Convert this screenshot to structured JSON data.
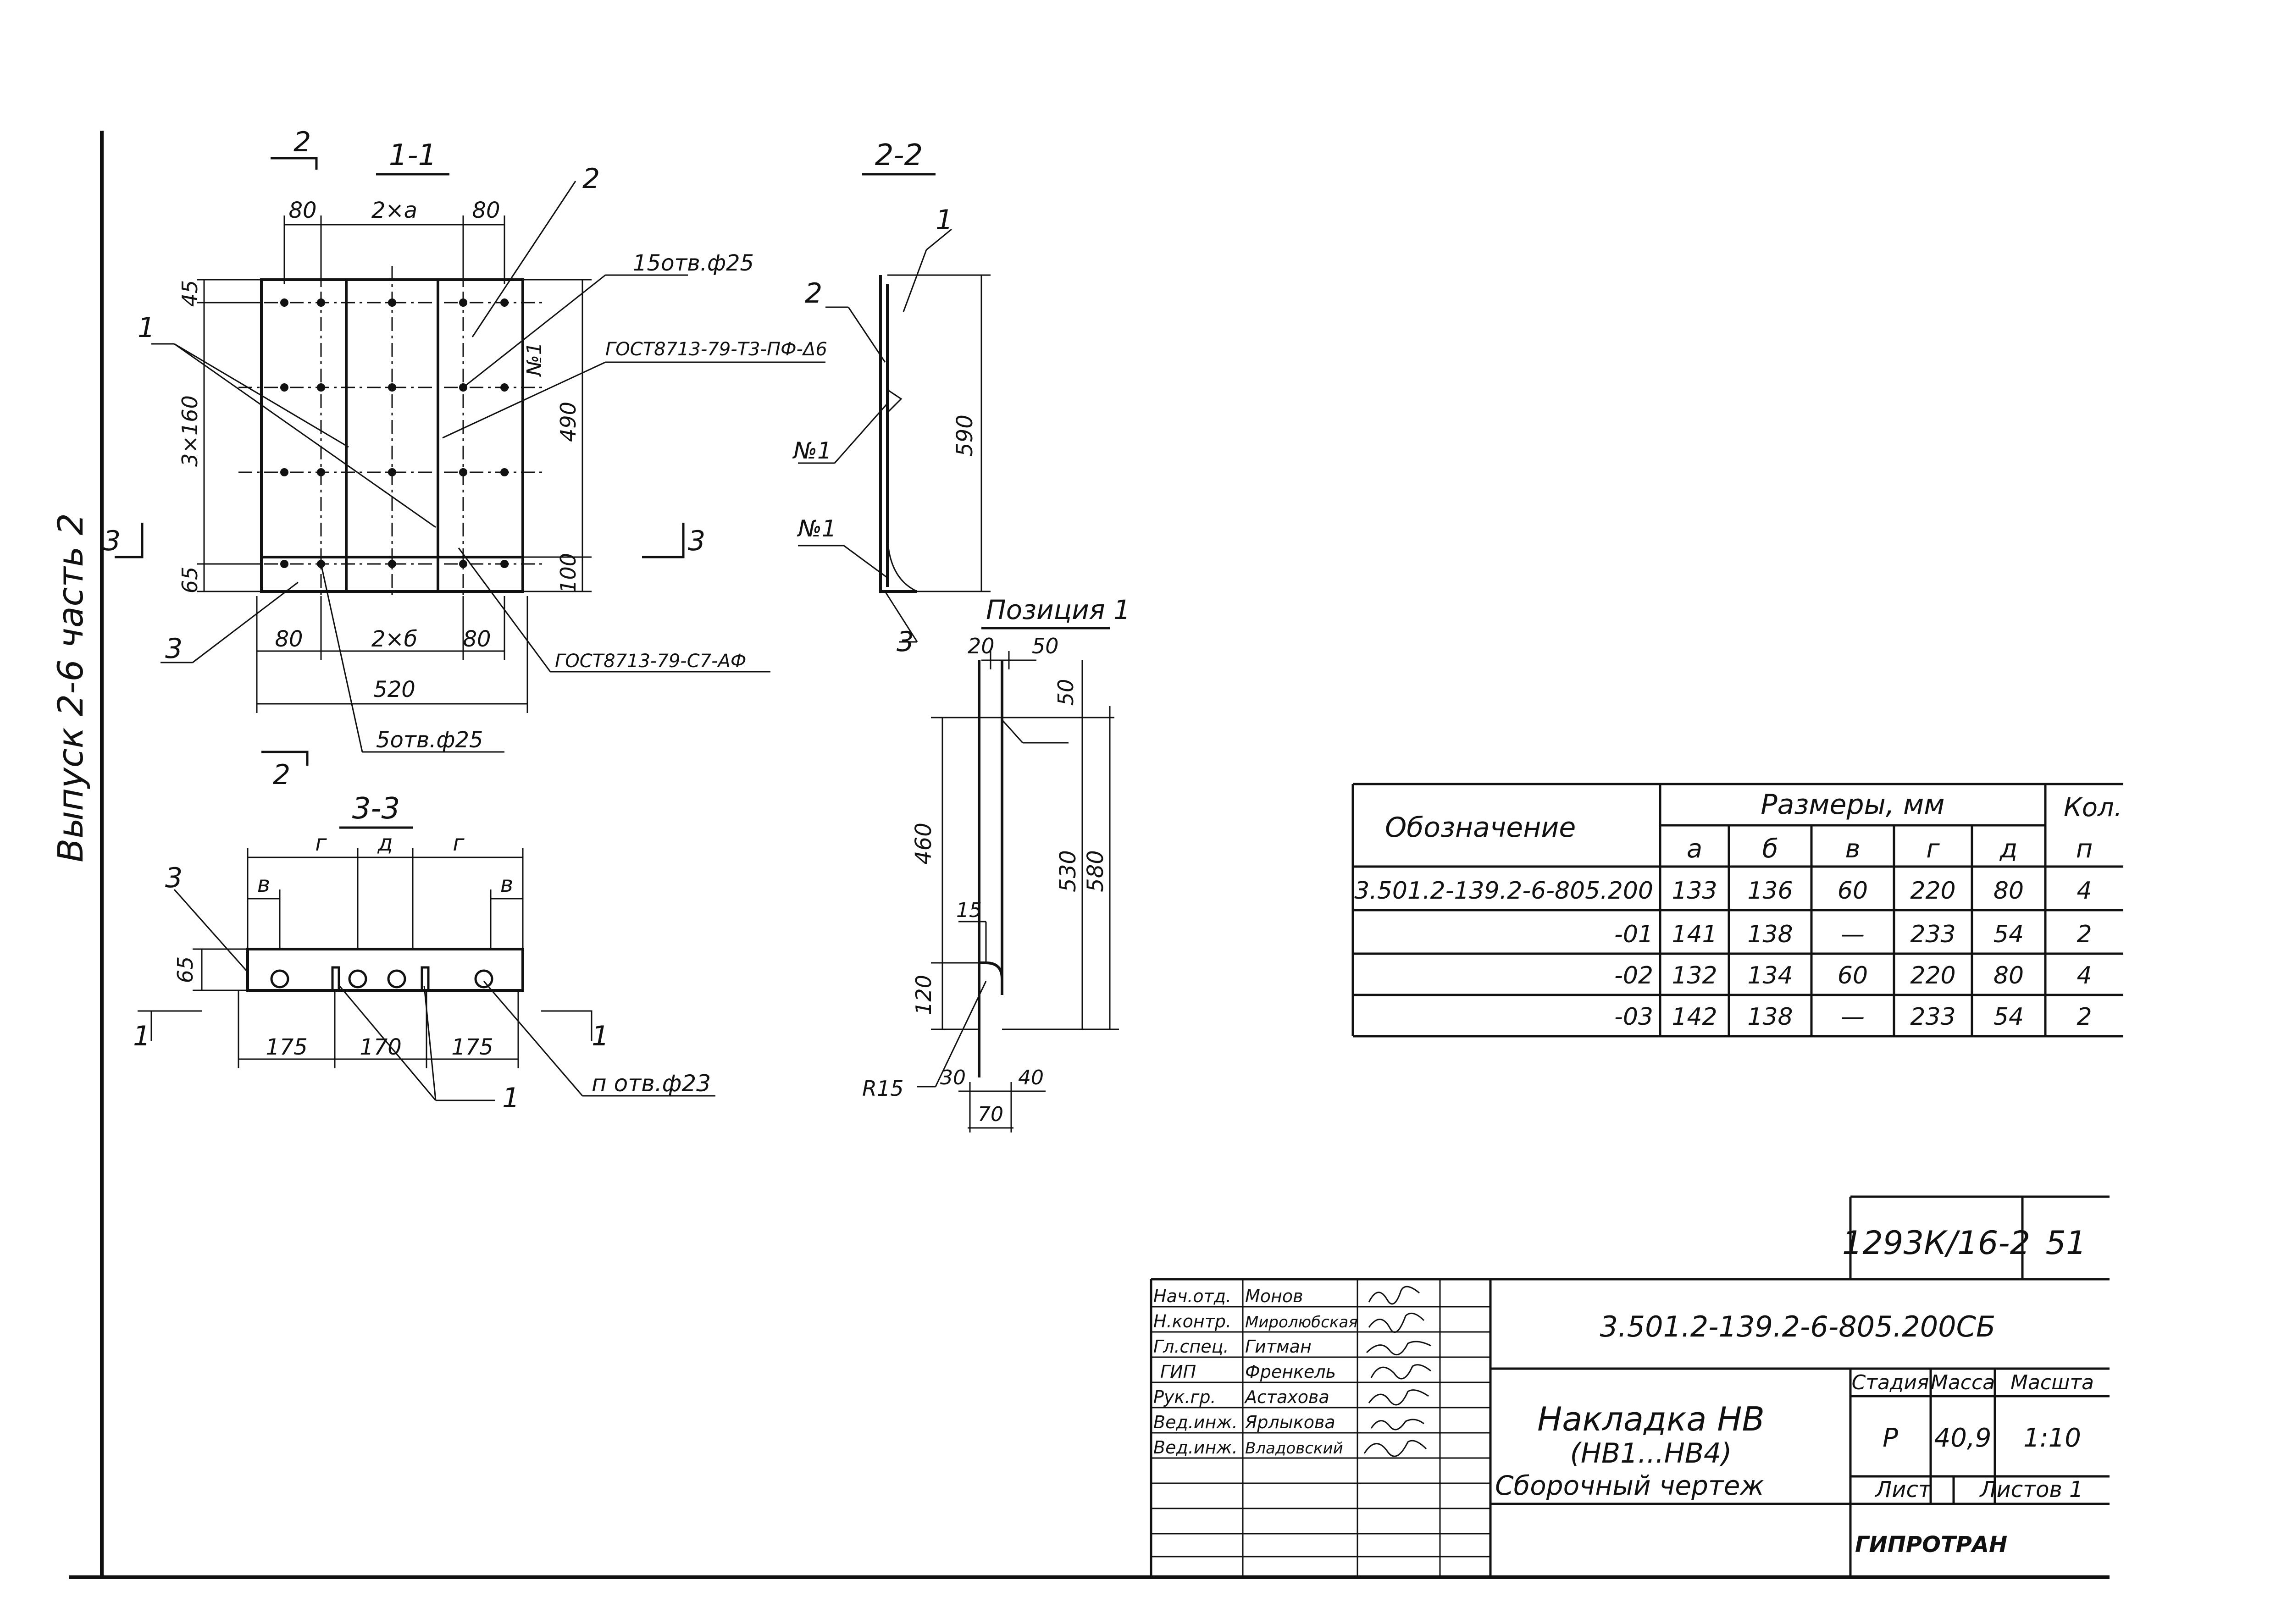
{
  "side_label": "Выпуск 2-6 часть 2",
  "section_1_1": {
    "title": "1-1",
    "cut_marks": [
      "2",
      "2",
      "3",
      "3"
    ],
    "top_dims": [
      "80",
      "2×а",
      "80"
    ],
    "bottom_dims": [
      "80",
      "2×б",
      "80"
    ],
    "overall_width": "520",
    "left_dims": [
      "45",
      "3×160",
      "65"
    ],
    "right_dims": [
      "490",
      "100"
    ],
    "callouts": [
      "1",
      "2",
      "3"
    ],
    "note_holes_top": "15отв.ф25",
    "note_weld_top": "ГОСТ8713-79-Т3-ПФ-Δ6",
    "note_weld_bottom": "ГОСТ8713-79-С7-АФ",
    "note_holes_bottom": "5отв.ф25",
    "position_mark": "№1"
  },
  "section_2_2": {
    "title": "2-2",
    "callouts": [
      "1",
      "2",
      "3"
    ],
    "position_marks": [
      "№1",
      "№1"
    ],
    "height_dim": "590"
  },
  "position_1": {
    "title": "Позиция 1",
    "top_dims": [
      "20",
      "50"
    ],
    "right_top_dim": "50",
    "left_dims": [
      "460",
      "120"
    ],
    "right_dims": [
      "530",
      "580"
    ],
    "small_dim": "15",
    "radius": "R15",
    "bottom_dims": [
      "30",
      "40",
      "70"
    ]
  },
  "section_3_3": {
    "title": "3-3",
    "top_dims": [
      "г",
      "д",
      "г"
    ],
    "side_dims": [
      "в",
      "в"
    ],
    "height_dim": "65",
    "bottom_dims": [
      "175",
      "170",
      "175"
    ],
    "callouts": [
      "3",
      "1"
    ],
    "cut_marks": [
      "1",
      "1"
    ],
    "note_holes": "п отв.ф23"
  },
  "table": {
    "col_designation": "Обозначение",
    "col_sizes": "Размеры, мм",
    "col_qty": "Кол.",
    "sub_headers": [
      "а",
      "б",
      "в",
      "г",
      "д",
      "п"
    ],
    "rows": [
      [
        "3.501.2-139.2-6-805.200",
        "133",
        "136",
        "60",
        "220",
        "80",
        "4"
      ],
      [
        "-01",
        "141",
        "138",
        "—",
        "233",
        "54",
        "2"
      ],
      [
        "-02",
        "132",
        "134",
        "60",
        "220",
        "80",
        "4"
      ],
      [
        "-03",
        "142",
        "138",
        "—",
        "233",
        "54",
        "2"
      ]
    ]
  },
  "title_block": {
    "album_code": "1293К/16-2",
    "sheet_number": "51",
    "document_code": "3.501.2-139.2-6-805.200СБ",
    "title_line1": "Накладка НВ",
    "title_line2": "(НВ1...НВ4)",
    "title_line3": "Сборочный чертеж",
    "stage_label": "Стадия",
    "mass_label": "Масса",
    "scale_label": "Масшта",
    "stage_value": "Р",
    "mass_value": "40,9",
    "scale_value": "1:10",
    "sheet_label": "Лист",
    "sheets_label": "Листов 1",
    "organization": "ГИПРОТРАН",
    "roles": [
      "Нач.отд.",
      "Н.контр.",
      "Гл.спец.",
      "ГИП",
      "Рук.гр.",
      "Вед.инж.",
      "Вед.инж."
    ],
    "names": [
      "Монов",
      "Миролюбская",
      "Гитман",
      "Френкель",
      "Астахова",
      "Ярлыкова",
      "Владовский"
    ]
  }
}
